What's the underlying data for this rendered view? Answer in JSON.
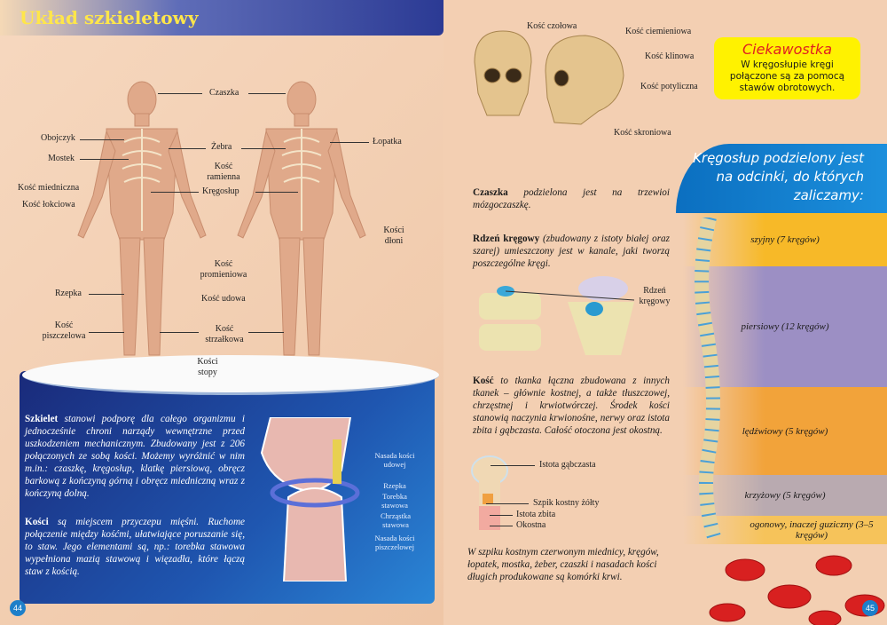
{
  "left_page": {
    "title": "Układ szkieletowy",
    "page_number": "44",
    "skeleton_labels": {
      "czaszka": "Czaszka",
      "obojczyk": "Obojczyk",
      "mostek": "Mostek",
      "zebra": "Żebra",
      "lopatka": "Łopatka",
      "kosc_ramienna_1": "Kość",
      "kosc_ramienna_2": "ramienna",
      "kosc_miedniczna": "Kość miedniczna",
      "kregoslup": "Kręgosłup",
      "kosc_lokciowa": "Kość łokciowa",
      "kosci_dloni_1": "Kości",
      "kosci_dloni_2": "dłoni",
      "kosc_promieniowa_1": "Kość",
      "kosc_promieniowa_2": "promieniowa",
      "rzepka": "Rzepka",
      "kosc_udowa": "Kość udowa",
      "kosc_piszczelowa_1": "Kość",
      "kosc_piszczelowa_2": "piszczelowa",
      "kosc_strzalkowa_1": "Kość",
      "kosc_strzalkowa_2": "strzałkowa",
      "kosci_stopy_1": "Kości",
      "kosci_stopy_2": "stopy"
    },
    "box": {
      "p1_bold": "Szkielet",
      "p1_text": " stanowi podporę dla całego organizmu i jednocześnie chroni narządy wewnętrzne przed uszkodzeniem mechanicznym. Zbudowany jest z 206 połączonych ze sobą kości. Możemy wyróżnić w nim m.in.: czaszkę, kręgosłup, klatkę piersiową, obręcz barkową z kończyną górną i obręcz miedniczną wraz z kończyną dolną.",
      "p2_bold": "Kości",
      "p2_text": " są miejscem przyczepu mięśni. Ruchome połączenie między kośćmi, ułatwiające poruszanie się, to staw. Jego elementami są, np.: torebka stawowa wypełniona mazią stawową i więzadła, które łączą staw z kością."
    },
    "knee_labels": {
      "nasada_udowej_1": "Nasada kości",
      "nasada_udowej_2": "udowej",
      "rzepka": "Rzepka",
      "torebka_1": "Torebka",
      "torebka_2": "stawowa",
      "chrzastka_1": "Chrząstka",
      "chrzastka_2": "stawowa",
      "nasada_piszcz_1": "Nasada kości",
      "nasada_piszcz_2": "piszczelowej"
    }
  },
  "right_page": {
    "page_number": "45",
    "skull_labels": {
      "czolowa": "Kość czołowa",
      "ciemieniowa": "Kość ciemieniowa",
      "klinowa": "Kość klinowa",
      "potyliczna": "Kość potyliczna",
      "skroniowa": "Kość skroniowa"
    },
    "ciekawostka": {
      "title": "Ciekawostka",
      "text": "W kręgosłupie kręgi połączone są za pomocą stawów obrotowych."
    },
    "czaszka_bold": "Czaszka",
    "czaszka_text": " podzielona jest na trzewioi mózgoczaszkę.",
    "rdzen_bold": "Rdzeń kręgowy",
    "rdzen_text": " (zbudowany z istoty białej oraz szarej) umieszczony jest w kanale, jaki tworzą poszczególne kręgi.",
    "rdzen_label_1": "Rdzeń",
    "rdzen_label_2": "kręgowy",
    "kosc_bold": "Kość",
    "kosc_text": " to tkanka łączna zbudowana z innych tkanek – głównie kostnej, a także tłuszczowej, chrzęstnej i krwiotwórczej. Środek kości stanowią naczynia krwionośne, nerwy oraz istota zbita i gąbczasta. Całość otoczona jest okostną.",
    "bone_labels": {
      "gabczasta": "Istota gąbczasta",
      "szpik": "Szpik kostny żółty",
      "zbita": "Istota zbita",
      "okostna": "Okostna"
    },
    "szpik_text": "W szpiku kostnym czerwonym miednicy, kręgów, łopatek, mostka, żeber, czaszki i nasadach kości długich produkowane są komórki krwi.",
    "spine_header": "Kręgosłup podzielony jest na odcinki, do których zaliczamy:",
    "segments": [
      {
        "label": "szyjny (7 kręgów)",
        "color": "#f7b928"
      },
      {
        "label": "piersiowy (12 kręgów)",
        "color": "#9c8fc4"
      },
      {
        "label": "lędźwiowy (5 kręgów)",
        "color": "#f2a33a"
      },
      {
        "label": "krzyżowy (5 kręgów)",
        "color": "#b9aab0"
      },
      {
        "label": "ogonowy, inaczej guziczny (3–5 kręgów)",
        "color": "#f6c35a"
      }
    ]
  }
}
